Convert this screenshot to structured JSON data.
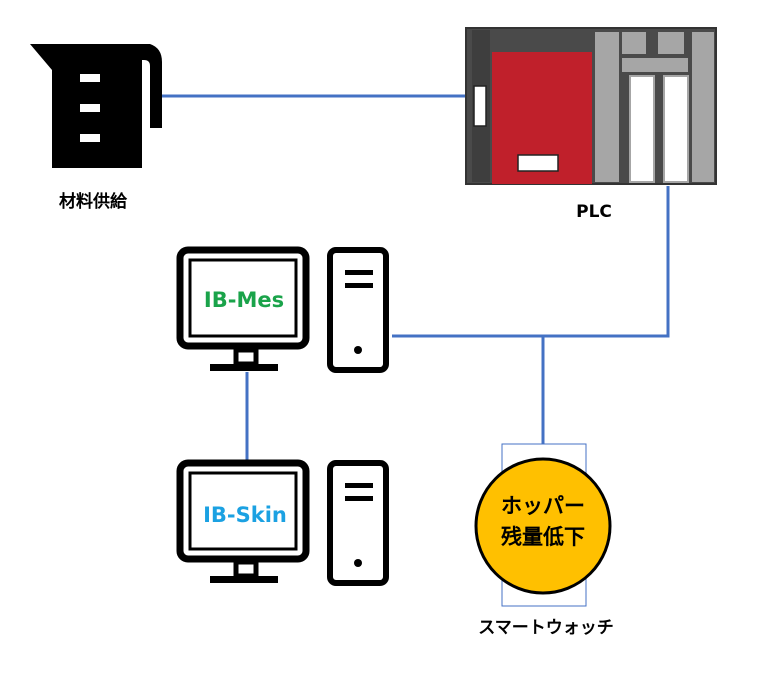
{
  "labels": {
    "material": "材料供給",
    "plc": "PLC",
    "mes": "IB-Mes",
    "skin": "IB-Skin",
    "alert_line1": "ホッパー",
    "alert_line2": "残量低下",
    "watch": "スマートウォッチ"
  },
  "icons": {
    "material": "measuring-jug-icon",
    "plc": "plc-rack-icon",
    "monitor": "monitor-icon",
    "tower": "pc-tower-icon",
    "watch": "smartwatch-icon"
  },
  "colors": {
    "line": "#4472c4",
    "plc_red": "#c0202b",
    "plc_gray": "#4a4a4a",
    "plc_light": "#a6a6a6",
    "mes_text": "#1aa34a",
    "skin_text": "#1ba1e2",
    "watch_face": "#ffc000",
    "icon": "#000000"
  }
}
